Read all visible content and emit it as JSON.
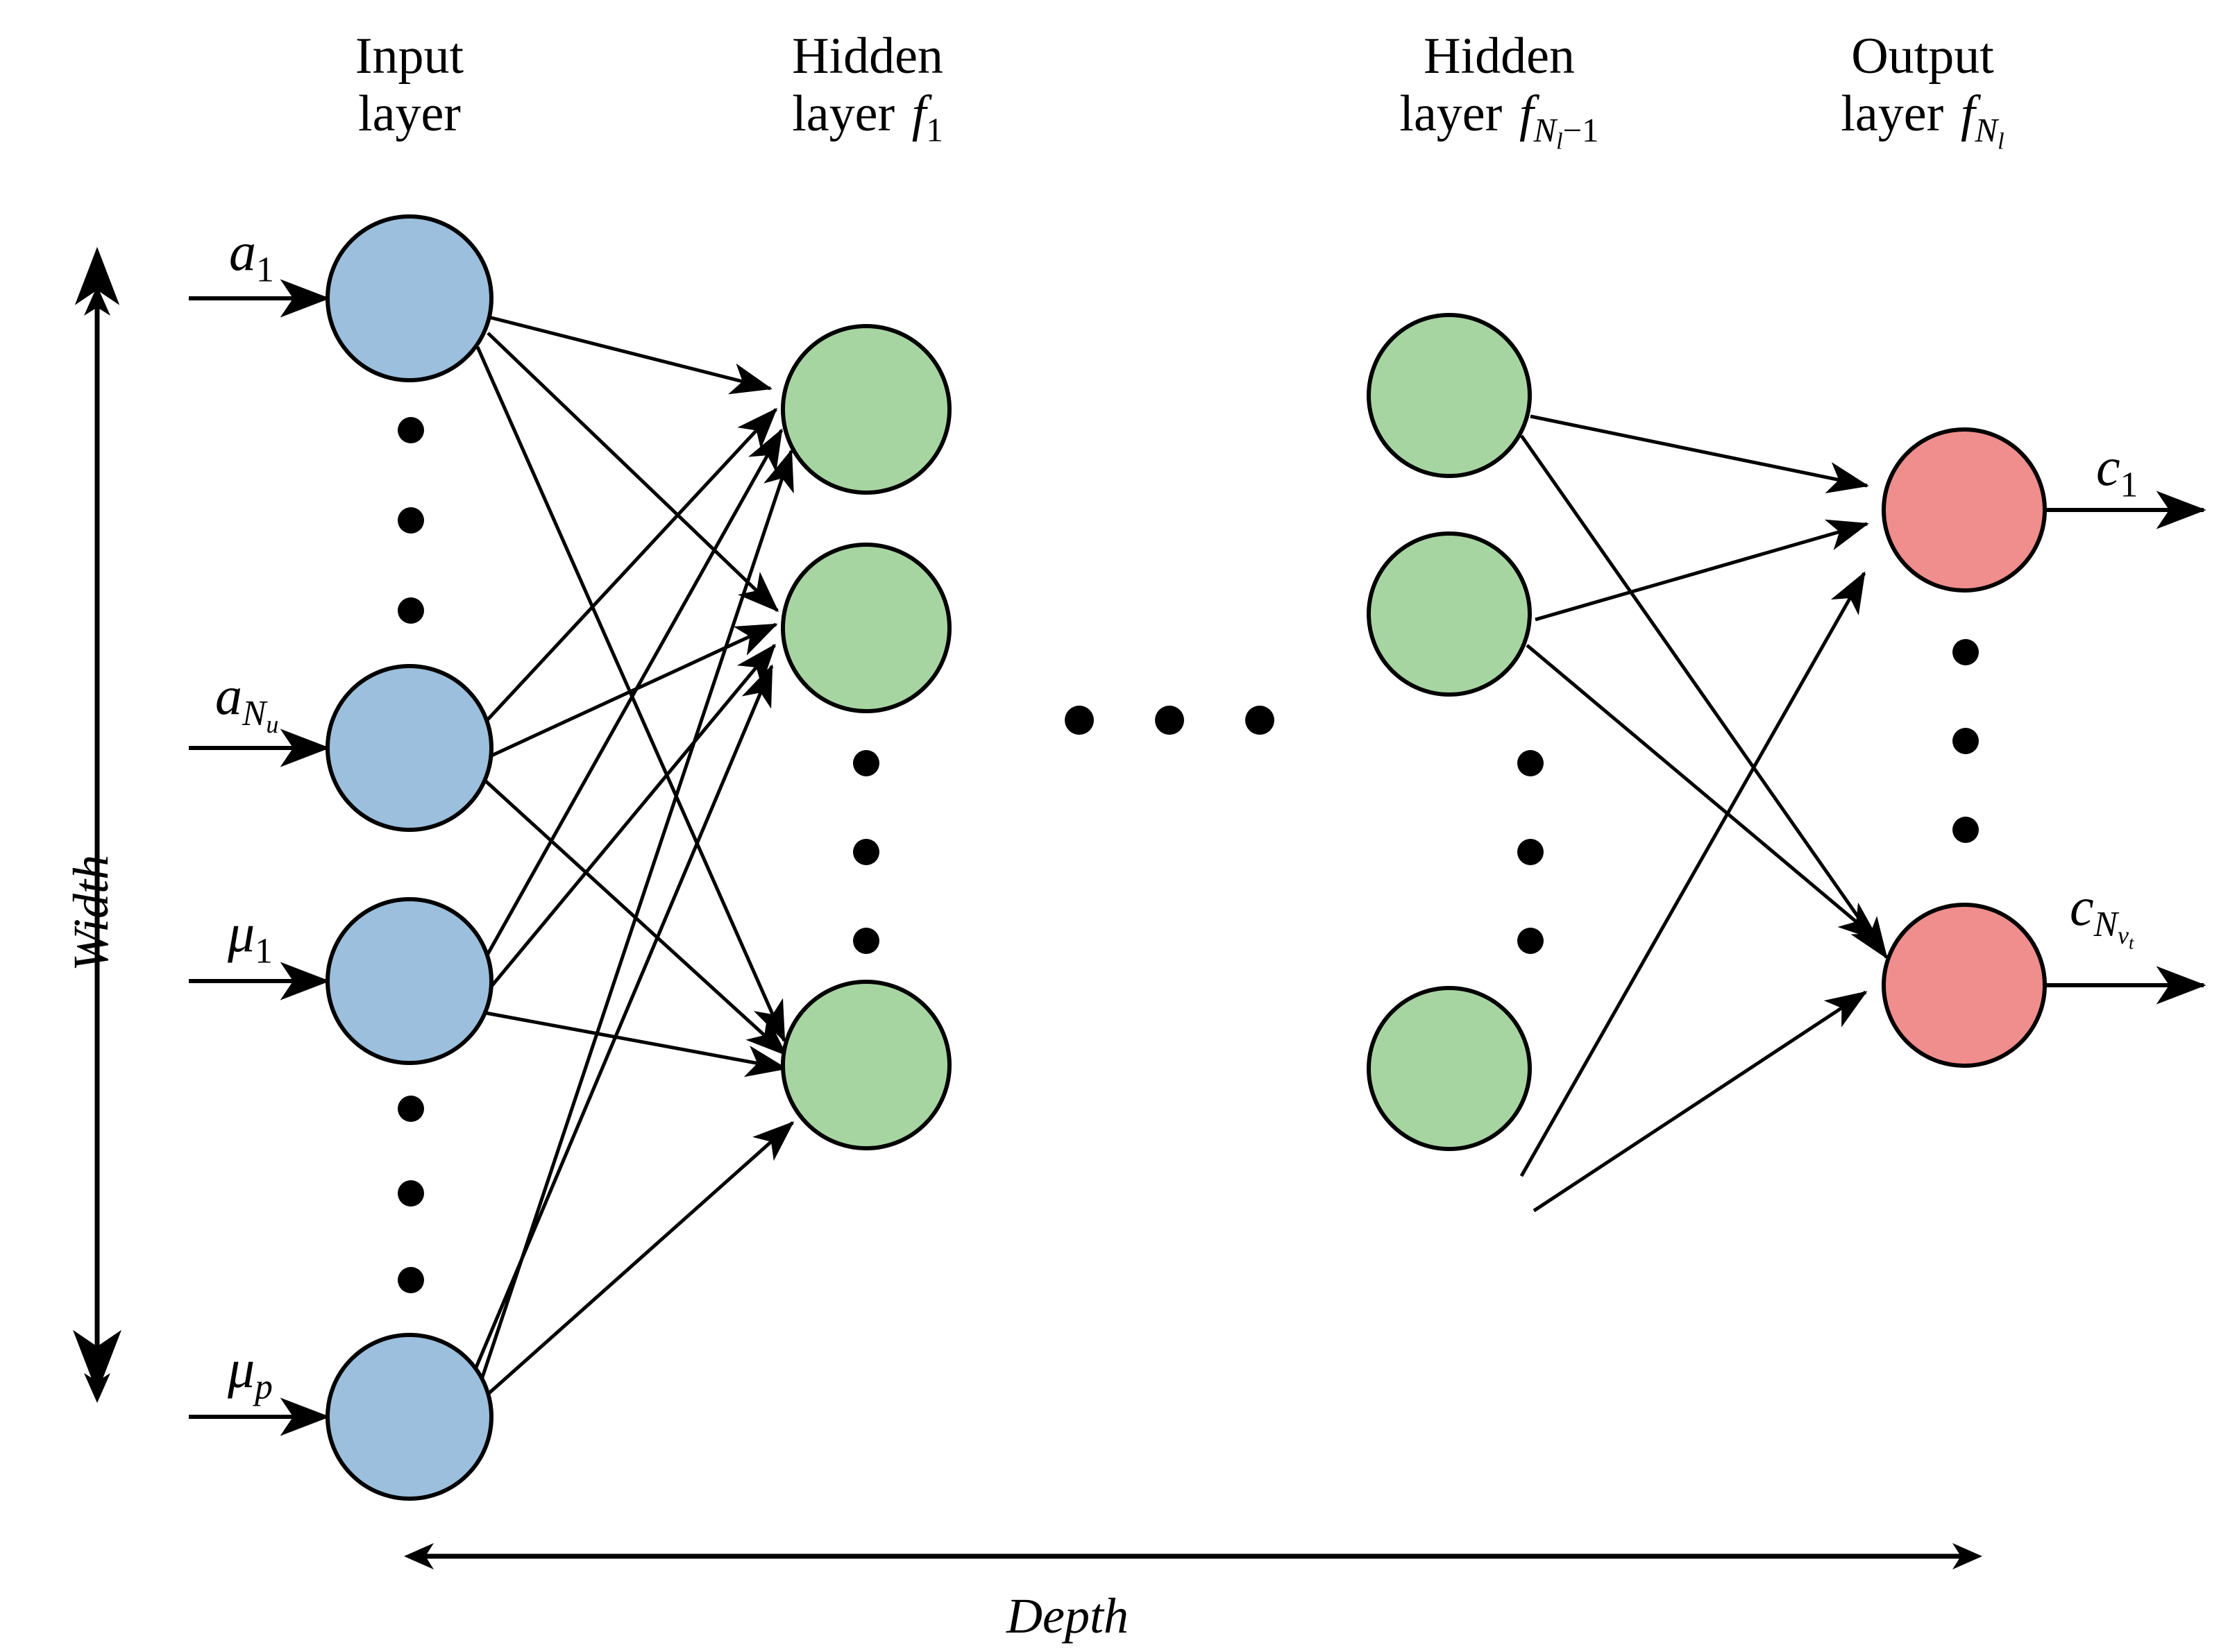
{
  "diagram": {
    "title_row": [
      {
        "name": "input-layer",
        "line1": "Input",
        "line2": "layer",
        "sym": "",
        "sym_sub": ""
      },
      {
        "name": "hidden-layer-first",
        "line1": "Hidden",
        "line2": "layer",
        "sym": "f",
        "sym_sub": "1"
      },
      {
        "name": "hidden-layer-last",
        "line1": "Hidden",
        "line2": "layer",
        "sym": "f",
        "sym_sub": "N_l − 1"
      },
      {
        "name": "output-layer",
        "line1": "Output",
        "line2": "layer",
        "sym": "f",
        "sym_sub": "N_l"
      }
    ],
    "axes": {
      "width_label": "Width",
      "depth_label": "Depth"
    },
    "input_labels": [
      {
        "base": "a",
        "sub": "1"
      },
      {
        "base": "a",
        "sub": "N_u"
      },
      {
        "base": "μ",
        "sub": "1"
      },
      {
        "base": "μ",
        "sub": "p"
      }
    ],
    "output_labels": [
      {
        "base": "c",
        "sub": "1"
      },
      {
        "base": "c",
        "sub": "N_{ν_t}"
      }
    ],
    "colors": {
      "input_node": "#9BBFDC",
      "hidden_node": "#A7D5A2",
      "output_node": "#F08D8D",
      "stroke": "#000000",
      "background": "#FFFFFF"
    },
    "node_counts": {
      "input_visible": 4,
      "hidden_first_visible": 3,
      "hidden_last_visible": 3,
      "output_visible": 2
    },
    "ellipsis_groups": {
      "input_gap_1": 3,
      "input_gap_2": 3,
      "hidden_first": 3,
      "hidden_last": 3,
      "output": 3,
      "between_layers_horizontal": 3
    }
  }
}
